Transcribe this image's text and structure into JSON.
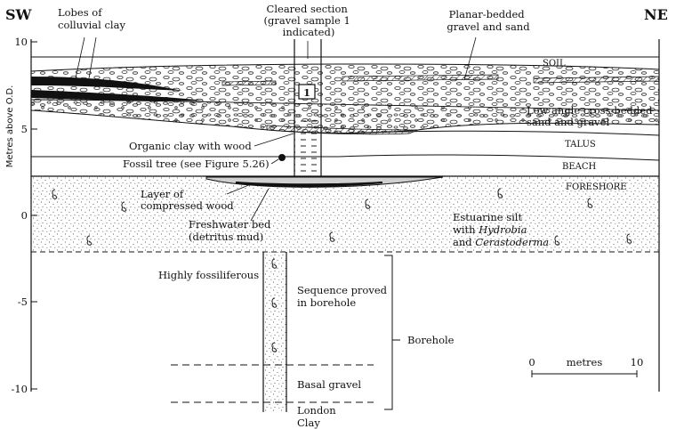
{
  "corners": {
    "sw": "SW",
    "ne": "NE"
  },
  "axis": {
    "title": "Metres above O.D.",
    "ticks": [
      "10",
      "5",
      "0",
      "-5",
      "-10"
    ]
  },
  "units": {
    "soil": "SOIL",
    "talus": "TALUS",
    "beach": "BEACH",
    "foreshore": "FORESHORE"
  },
  "labels": {
    "lobes": [
      "Lobes of",
      "colluvial clay"
    ],
    "cleared": [
      "Cleared section",
      "(gravel sample 1",
      "indicated)"
    ],
    "planar": [
      "Planar-bedded",
      "gravel and sand"
    ],
    "low_angle": [
      "Low angle cross-bedded",
      "sand and gravel"
    ],
    "organic_clay": "Organic clay with wood",
    "fossil_tree": "Fossil tree (see Figure 5.26)",
    "compressed_wood": [
      "Layer of",
      "compressed wood"
    ],
    "freshwater": [
      "Freshwater bed",
      "(detritus mud)"
    ],
    "estuarine_1": "Estuarine silt",
    "estuarine_with": "with ",
    "estuarine_hydrobia": "Hydrobia",
    "estuarine_and": "and ",
    "estuarine_cerastoderma": "Cerastoderma",
    "highly_fossiliferous": "Highly fossiliferous",
    "sequence": [
      "Sequence proved",
      "in borehole"
    ],
    "borehole": "Borehole",
    "basal_gravel": "Basal gravel",
    "london_clay": [
      "London",
      "Clay"
    ],
    "sample_number": "1"
  },
  "scale": {
    "start": "0",
    "label": "metres",
    "end": "10"
  }
}
